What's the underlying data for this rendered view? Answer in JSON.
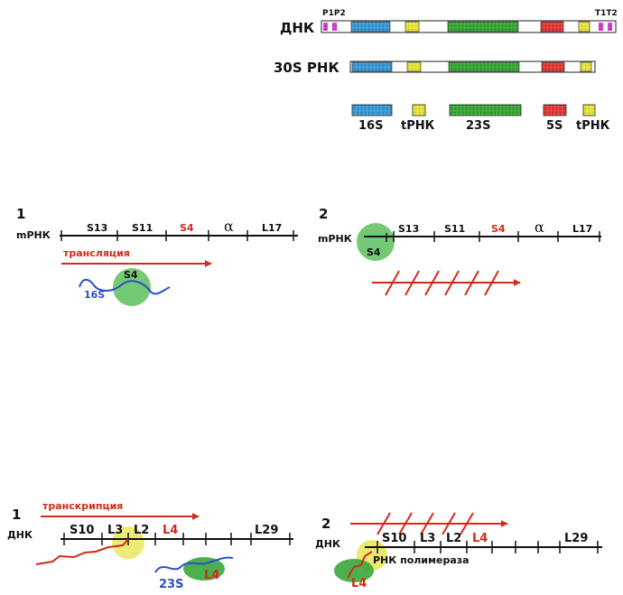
{
  "operon": {
    "dna_label": "ДНК",
    "promoter_label": "P1P2",
    "terminator_label": "T1T2",
    "rna30s_label": "30S  РНК",
    "products": [
      "16S",
      "tРНК",
      "23S",
      "5S",
      "tРНК"
    ]
  },
  "panel_translation_1": {
    "number": "1",
    "mrna_label": "mРНК",
    "genes": [
      "S13",
      "S11",
      "S4",
      "α",
      "L17"
    ],
    "arrow_label": "трансляция",
    "protein_label": "S4",
    "rna_label": "16S"
  },
  "panel_translation_2": {
    "number": "2",
    "mrna_label": "mРНК",
    "genes": [
      "S13",
      "S11",
      "S4",
      "α",
      "L17"
    ],
    "protein_label": "S4"
  },
  "panel_transcription_1": {
    "number": "1",
    "dna_label": "ДНК",
    "arrow_label": "транскрипция",
    "genes": [
      "S10",
      "L3",
      "L2",
      "L4",
      "L29"
    ],
    "protein_label": "L4",
    "rna_label": "23S"
  },
  "panel_transcription_2": {
    "number": "2",
    "dna_label": "ДНК",
    "genes": [
      "S10",
      "L3",
      "L2",
      "L4",
      "L29"
    ],
    "polymerase_label": "РНК  полимераза",
    "protein_label": "L4"
  },
  "colors": {
    "blue": "#3a98d2",
    "yellow": "#e6e33a",
    "green": "#3aa63a",
    "red": "#e33a3a",
    "magenta": "#d23ad2",
    "accent_red": "#d42a1a",
    "rna_blue": "#2a4fc8"
  }
}
